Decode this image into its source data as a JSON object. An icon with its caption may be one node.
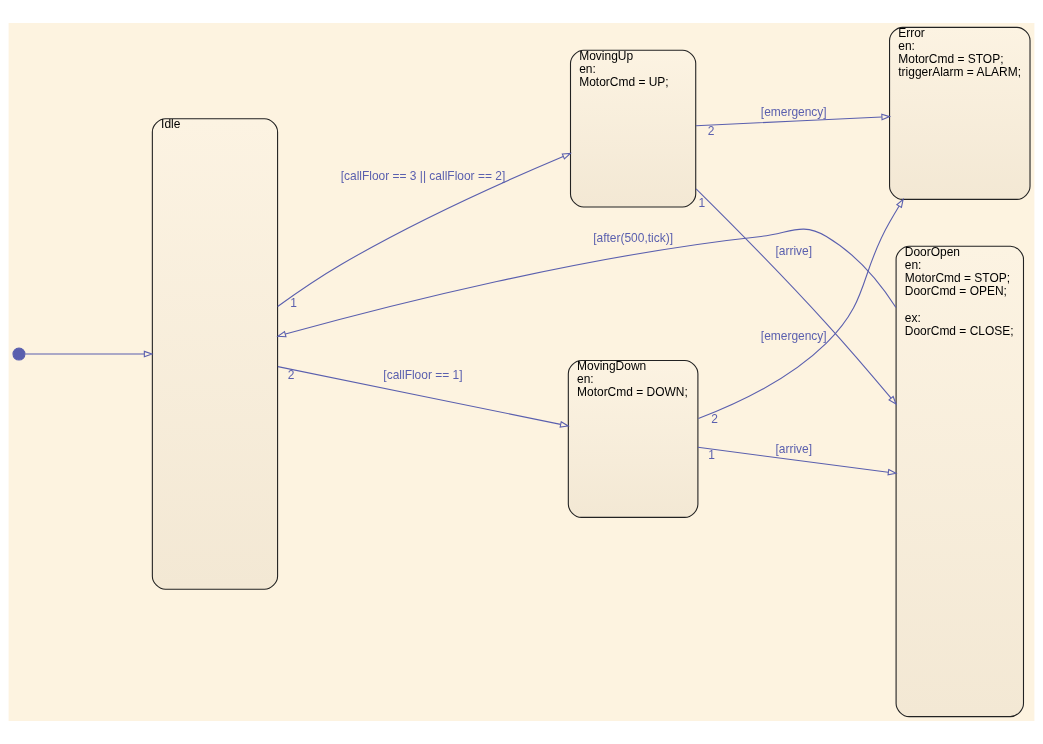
{
  "diagram": {
    "nodes": [
      {
        "text": [],
        "shape": "circle"
      },
      {
        "text": [
          "Idle"
        ]
      },
      {
        "text": [
          "MovingUp",
          "en:",
          "MotorCmd = UP;"
        ]
      },
      {
        "text": [
          "DoorOpen",
          "en:",
          "MotorCmd = STOP;",
          "DoorCmd = OPEN;",
          "ex:",
          "DoorCmd = CLOSE;"
        ]
      },
      {
        "text": [
          "Error",
          "en:",
          "MotorCmd = STOP;",
          "triggerAlarm = ALARM;"
        ]
      },
      {
        "text": [
          "MovingDown",
          "en:",
          "MotorCmd = DOWN;"
        ]
      }
    ],
    "edges": [
      {
        "from": 0,
        "to": 1,
        "arrow": "to"
      },
      {
        "from": 1,
        "to": 2,
        "arrow": "to",
        "label": "[callFloor == 3 || callFloor == 2]"
      },
      {
        "from": 2,
        "to": 3,
        "arrow": "to",
        "label": "[arrive]"
      },
      {
        "from": 2,
        "to": 4,
        "arrow": "to",
        "label": "[emergency]"
      },
      {
        "from": 5,
        "to": 4,
        "arrow": "to",
        "label": "[emergency]"
      },
      {
        "from": 5,
        "to": 3,
        "arrow": "to",
        "label": "[arrive]"
      },
      {
        "from": 1,
        "to": 5,
        "arrow": "to",
        "label": "[callFloor == 1]"
      },
      {
        "from": 3,
        "to": 1,
        "arrow": "to",
        "label": "[after(500,tick)]"
      }
    ],
    "labels": [
      "1",
      "1",
      "2",
      "2",
      "1",
      "2"
    ]
  }
}
